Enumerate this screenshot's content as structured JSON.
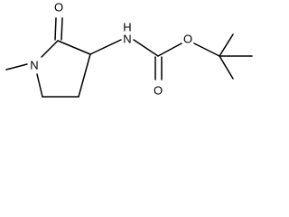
{
  "structure": {
    "atoms": [
      {
        "element": "N",
        "label": "N"
      },
      {
        "element": "O",
        "label": "O"
      },
      {
        "element": "N",
        "label": "N"
      },
      {
        "element": "H",
        "label": "H"
      },
      {
        "element": "O",
        "label": "O"
      },
      {
        "element": "O",
        "label": "O"
      }
    ]
  }
}
